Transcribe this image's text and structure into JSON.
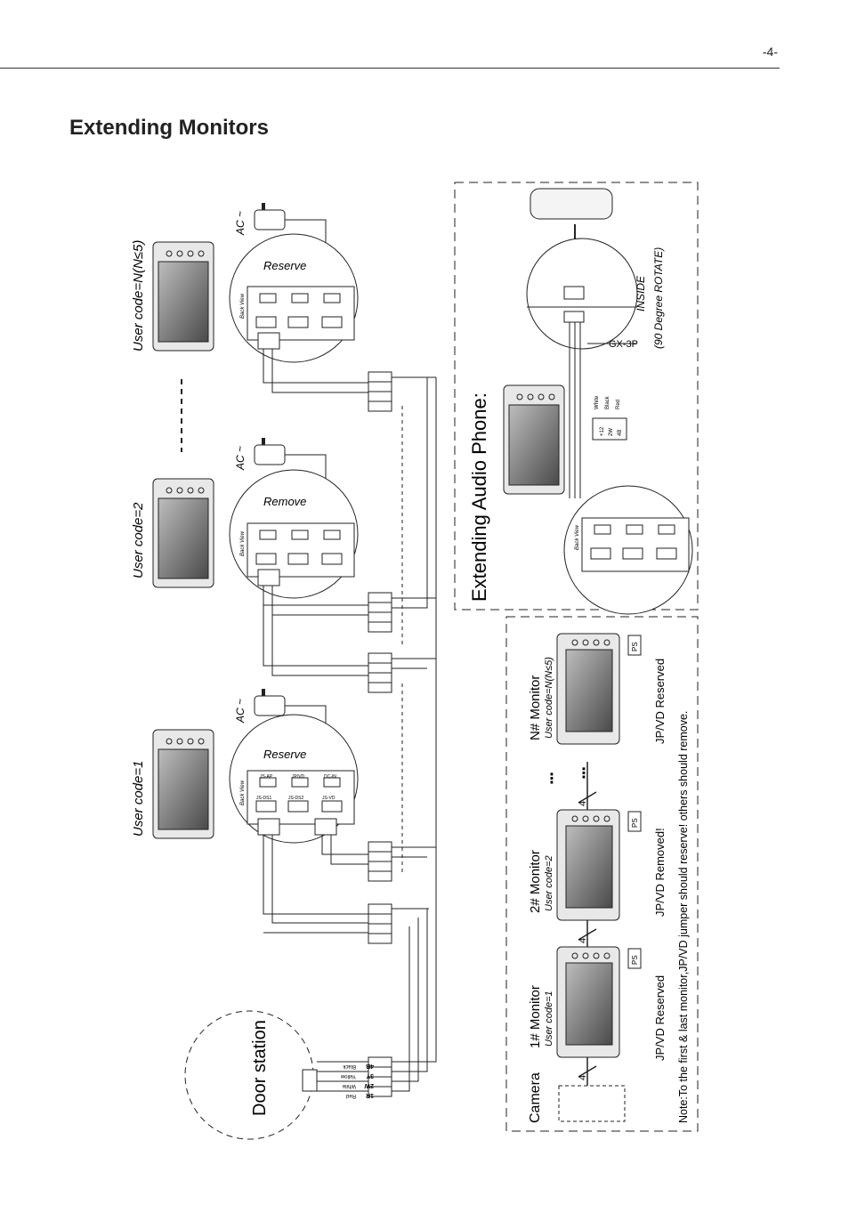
{
  "page": {
    "number": "-4-",
    "title": "Extending Monitors"
  },
  "monitors_chain": {
    "user_code_labels": [
      "User code=1",
      "User code=2",
      "User code=N(N≤5)"
    ],
    "jumper_labels": [
      "Reserve",
      "Remove",
      "Reserve"
    ],
    "ac_label": "AC ~",
    "back_view": "Back View",
    "connectors": [
      "JS-AP",
      "JP/VD",
      "DC-IN",
      "JS-DS1",
      "JS-DS2",
      "JS-VD"
    ],
    "terminal_labels": [
      "1R",
      "2W",
      "3Y",
      "4B"
    ],
    "door_wire_colors": [
      "Red",
      "White",
      "Yellow",
      "Black"
    ]
  },
  "door_station": {
    "label": "Door station"
  },
  "audio_phone": {
    "title": "Extending Audio Phone:",
    "inside_label": "INSIDE",
    "rotate_label": "(90 Degree ROTATE)",
    "cable_label": "GX-3P",
    "wire_colors": [
      "White",
      "Black",
      "Red"
    ],
    "pin_labels": [
      "+12",
      "2W",
      "4B"
    ]
  },
  "summary": {
    "camera_label": "Camera",
    "monitors": [
      {
        "name": "1# Monitor",
        "code": "User code=1",
        "jumper": "JP/VD Reserved"
      },
      {
        "name": "2# Monitor",
        "code": "User code=2",
        "jumper": "JP/VD Removed!"
      },
      {
        "name": "N# Monitor",
        "code": "User code=N(N≤5)",
        "jumper": "JP/VD Reserved"
      }
    ],
    "cable_count": "4",
    "ps_label": "PS",
    "note": "Note:To the first & last monitor,JP/VD jumper should reserve! others should remove."
  },
  "colors": {
    "line": "#222222",
    "screen": "#777777"
  }
}
